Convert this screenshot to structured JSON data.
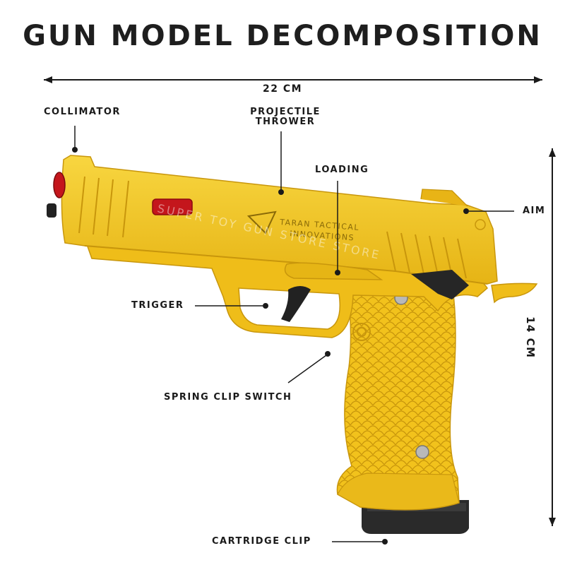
{
  "title": "GUN MODEL DECOMPOSITION",
  "dimensions": {
    "width": "22 CM",
    "height": "14 CM"
  },
  "labels": {
    "collimator": "COLLIMATOR",
    "projectile_line1": "PROJECTILE",
    "projectile_line2": "THROWER",
    "loading": "LOADING",
    "aim": "AIM",
    "trigger": "TRIGGER",
    "spring_clip_switch": "SPRING CLIP SWITCH",
    "cartridge_clip": "CARTRIDGE CLIP"
  },
  "engraving": {
    "line1": "TARAN TACTICAL",
    "line2": "INNOVATIONS"
  },
  "watermark": "SUPER TOY GUN STORE STORE",
  "colors": {
    "body": "#f2c21c",
    "shade": "#d9a60f",
    "barrel_tip": "#c4161c",
    "ink": "#1a1a1a"
  }
}
